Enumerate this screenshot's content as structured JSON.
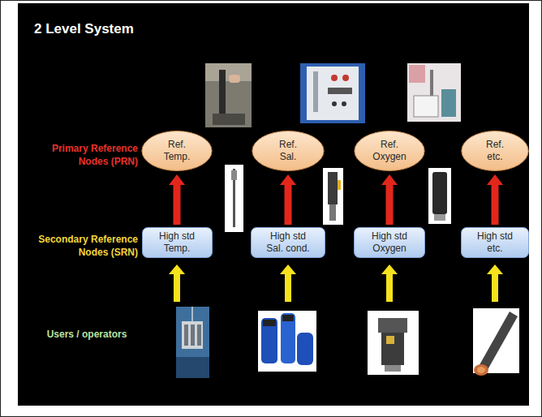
{
  "diagram": {
    "title": "2 Level System",
    "nodes": [
      {
        "text": [
          "Ref. Temp."
        ]
      },
      {
        "text": [
          "Ref. Sal."
        ]
      },
      {
        "text": [
          "Ref. Oxygen"
        ]
      },
      {
        "text": [
          "Ref. etc."
        ]
      },
      {
        "text": [
          "High std Temp."
        ]
      },
      {
        "text": [
          "High std Sal. cond."
        ]
      },
      {
        "text": [
          "High std Oxygen"
        ]
      },
      {
        "text": [
          "High std etc."
        ]
      }
    ],
    "edges": [
      {
        "from": 4,
        "to": 0,
        "arrow": "to"
      },
      {
        "from": 5,
        "to": 1,
        "arrow": "to"
      },
      {
        "from": 6,
        "to": 2,
        "arrow": "to"
      },
      {
        "from": 7,
        "to": 3,
        "arrow": "to"
      }
    ],
    "labels": [
      "Primary Reference Nodes (PRN)",
      "Secondary Reference Nodes (SRN)",
      "Users / operators"
    ]
  }
}
